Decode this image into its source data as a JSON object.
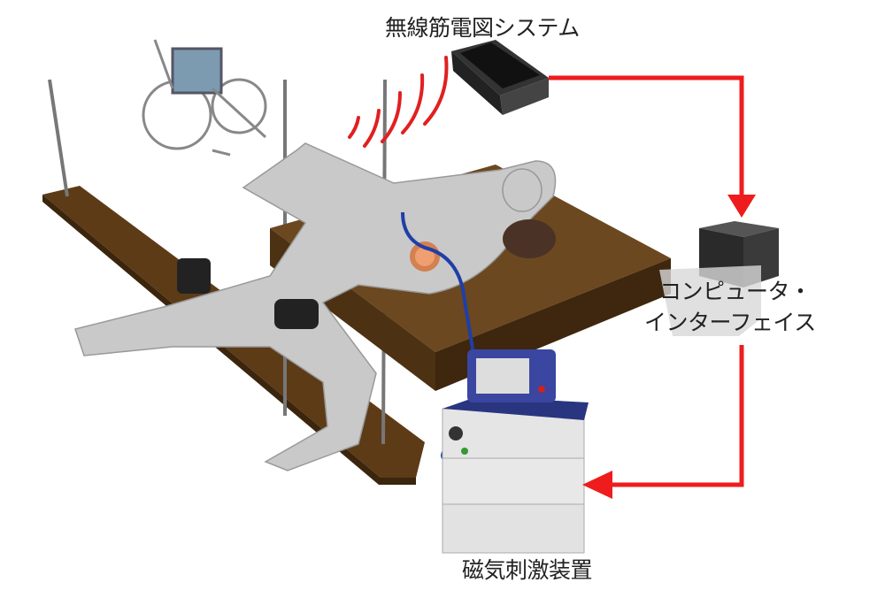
{
  "labels": {
    "emg_system": "無線筋電図システム",
    "computer_line1": "コンピュータ・",
    "computer_line2": "インターフェイス",
    "magnetic_stimulator": "磁気刺激装置"
  },
  "colors": {
    "arrow": "#ee1c1c",
    "wood": "#5a3a16",
    "cable": "#1f3ea8"
  }
}
